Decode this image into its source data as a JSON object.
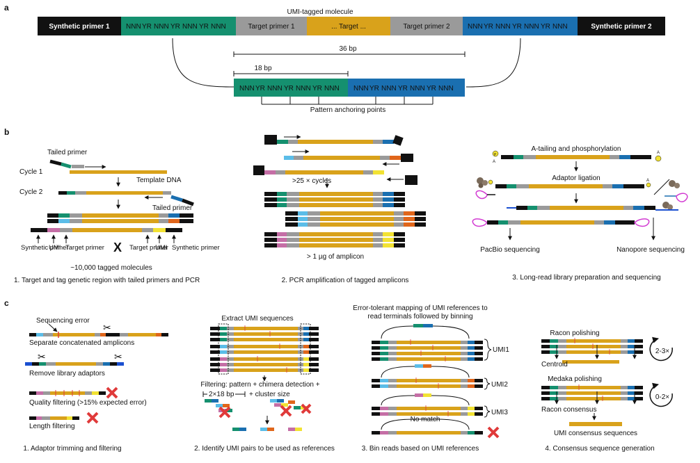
{
  "colors": {
    "black": "#111111",
    "teal": "#15906f",
    "gray": "#9a9a9a",
    "gold": "#d9a21b",
    "blue": "#1a6fb0",
    "yr": "#e3842a",
    "sky": "#5bbde8",
    "pink": "#c56ea6",
    "yellow": "#f2e233",
    "orange": "#e0661b",
    "red": "#e03a3a",
    "magenta": "#d23ad2"
  },
  "panel_a": {
    "label": "a",
    "molecule_label": "UMI-tagged molecule",
    "synthetic_primer_1": "Synthetic primer 1",
    "synthetic_primer_2": "Synthetic primer 2",
    "umi_nnn": "NNN",
    "umi_yr": "YR",
    "target_primer_1": "Target primer 1",
    "target": "... Target ...",
    "target_primer_2": "Target primer 2",
    "len_36": "36 bp",
    "len_18": "18 bp",
    "anchoring": "Pattern anchoring points"
  },
  "panel_b": {
    "label": "b",
    "tailed_primer_1": "Tailed primer",
    "cycle_1": "Cycle 1",
    "template_dna": "Template DNA",
    "cycle_2": "Cycle 2",
    "tailed_primer_2": "Tailed primer",
    "synthetic_primer": "Synthetic primer",
    "umi": "UMI",
    "target_primer": "Target primer",
    "x_mark": "X",
    "tagged_molecules": "~10,000 tagged molecules",
    "step1": "1. Target and tag genetic region with tailed primers and PCR",
    "cycles": ">25 × cycles",
    "amplicon": "> 1 µg of amplicon",
    "step2": "2. PCR amplification of tagged amplicons",
    "a_tailing": "A-tailing and phosphorylation",
    "adaptor_ligation": "Adaptor ligation",
    "pacbio": "PacBio sequencing",
    "nanopore": "Nanopore sequencing",
    "step3": "3. Long-read library preparation and sequencing",
    "a_letter": "A",
    "p_letter": "P"
  },
  "panel_c": {
    "label": "c",
    "seq_error": "Sequencing error",
    "separate": "Separate concatenated amplicons",
    "remove_adaptors": "Remove library adaptors",
    "quality": "Quality filtering (>15% expected error)",
    "length": "Length filtering",
    "step1": "1. Adaptor trimming and filtering",
    "extract": "Extract UMI sequences",
    "filtering_1": "Filtering: pattern + chimera detection +",
    "filtering_2": "2×18 bp",
    "filtering_3": "+ cluster size",
    "step2": "2. Identify UMI pairs to be used as references",
    "mapping_1": "Error-tolerant mapping of UMI references to",
    "mapping_2": "read terminals followed by binning",
    "umi1": "UMI1",
    "umi2": "UMI2",
    "umi3": "UMI3",
    "no_match": "No match",
    "step3": "3. Bin reads based on UMI references",
    "racon_polishing": "Racon polishing",
    "centroid": "Centroid",
    "loop_1": "2-3×",
    "medaka": "Medaka polishing",
    "loop_2": "0-2×",
    "racon_consensus": "Racon consensus",
    "umi_consensus": "UMI consensus sequences",
    "step4": "4. Consensus sequence generation"
  }
}
